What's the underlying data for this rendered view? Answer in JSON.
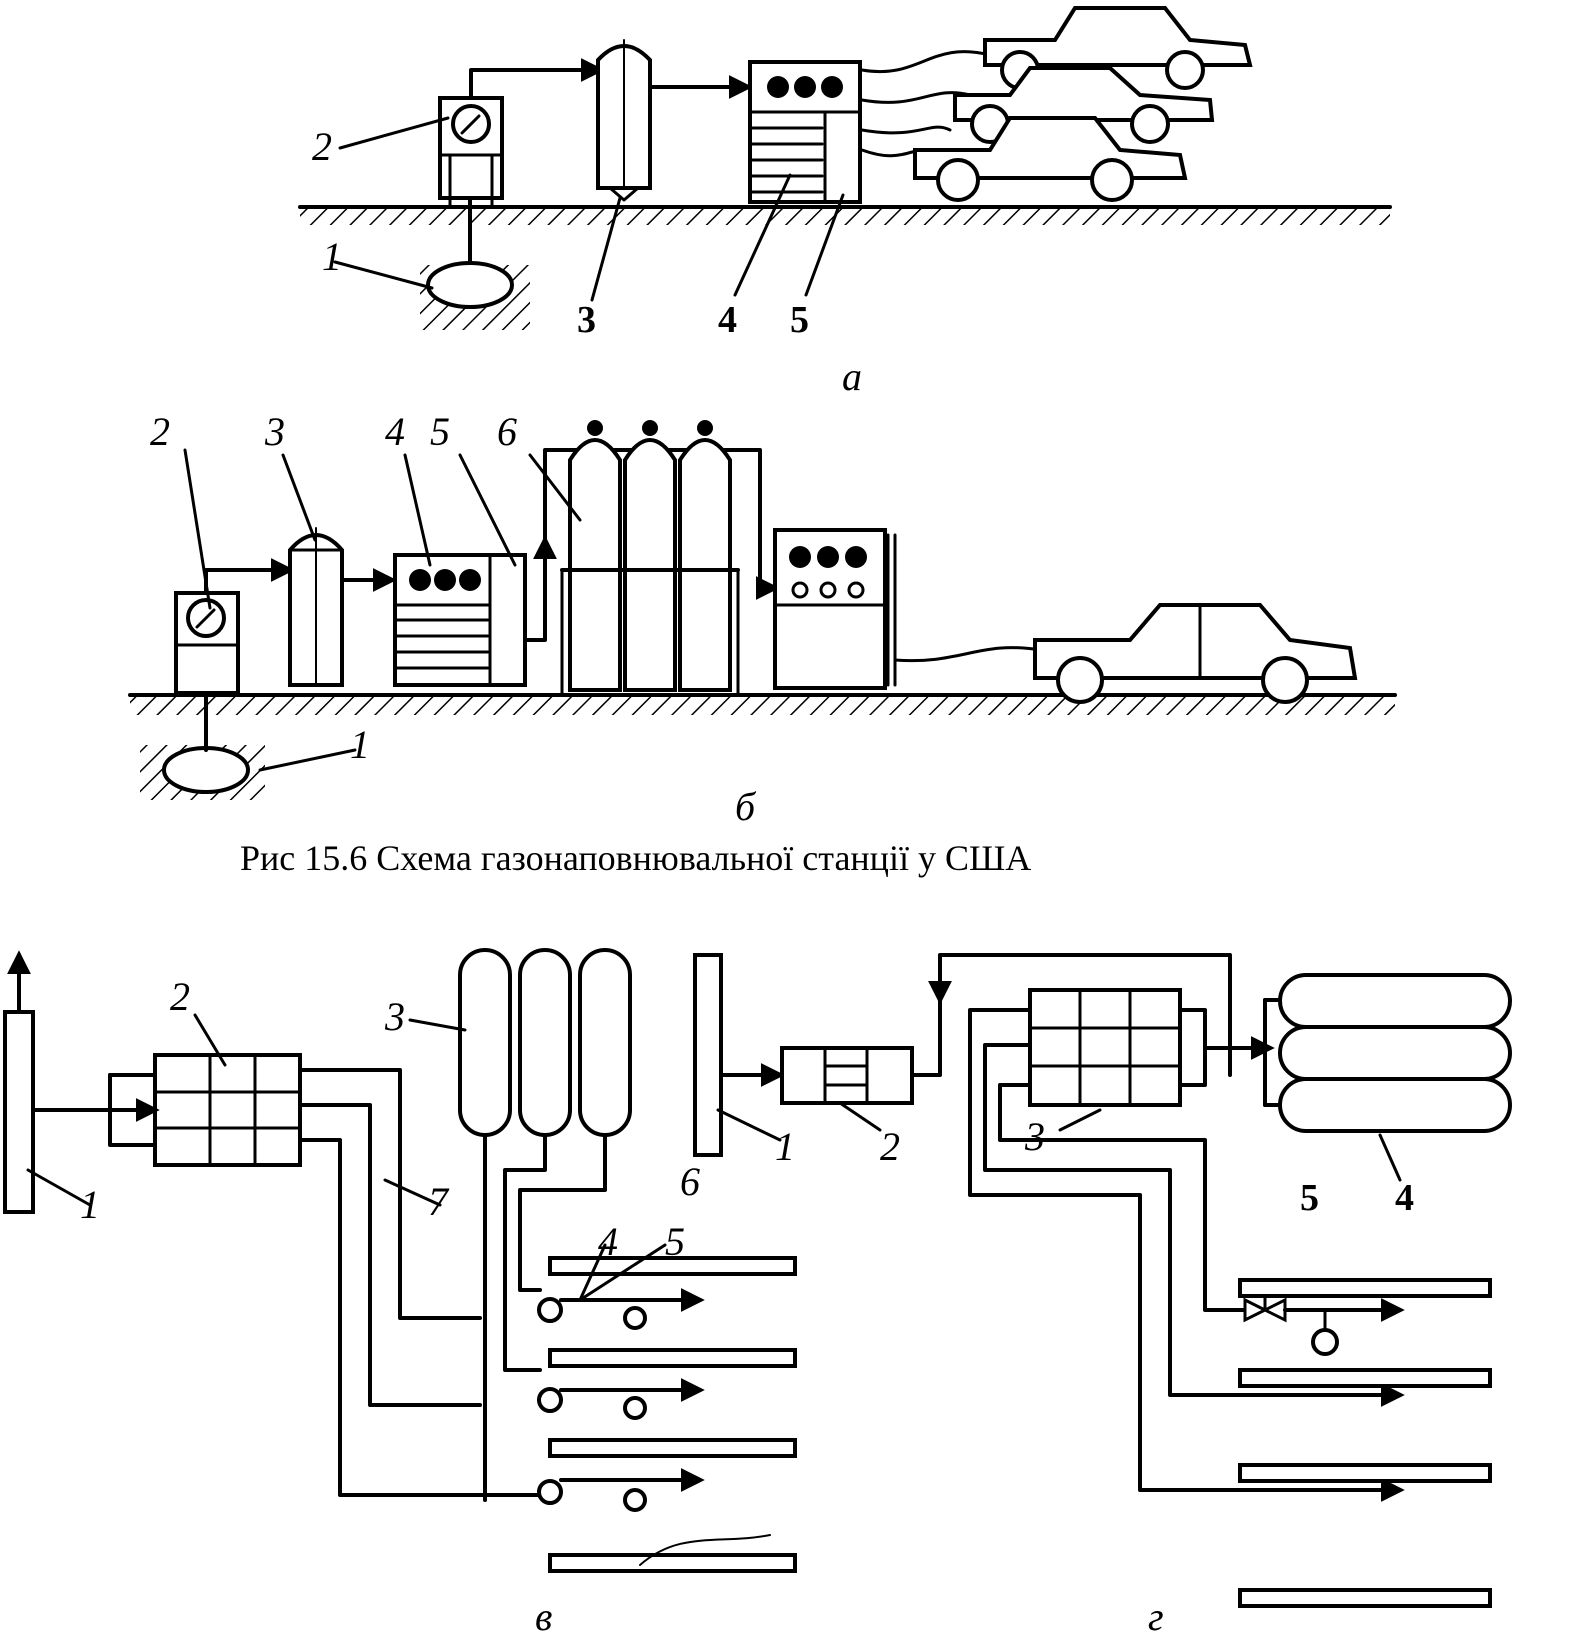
{
  "caption": "Рис  15.6  Схема  газонаповнювальної  станції  у  США",
  "panel_a": {
    "tag": "а",
    "labels": [
      "1",
      "2",
      "3",
      "4",
      "5"
    ]
  },
  "panel_b": {
    "tag": "б",
    "labels": [
      "1",
      "2",
      "3",
      "4",
      "5",
      "6"
    ]
  },
  "panel_c": {
    "tag": "в",
    "labels": [
      "1",
      "2",
      "3",
      "4",
      "5",
      "6",
      "7"
    ]
  },
  "panel_d": {
    "tag": "г",
    "labels": [
      "1",
      "2",
      "3",
      "4",
      "5"
    ]
  }
}
